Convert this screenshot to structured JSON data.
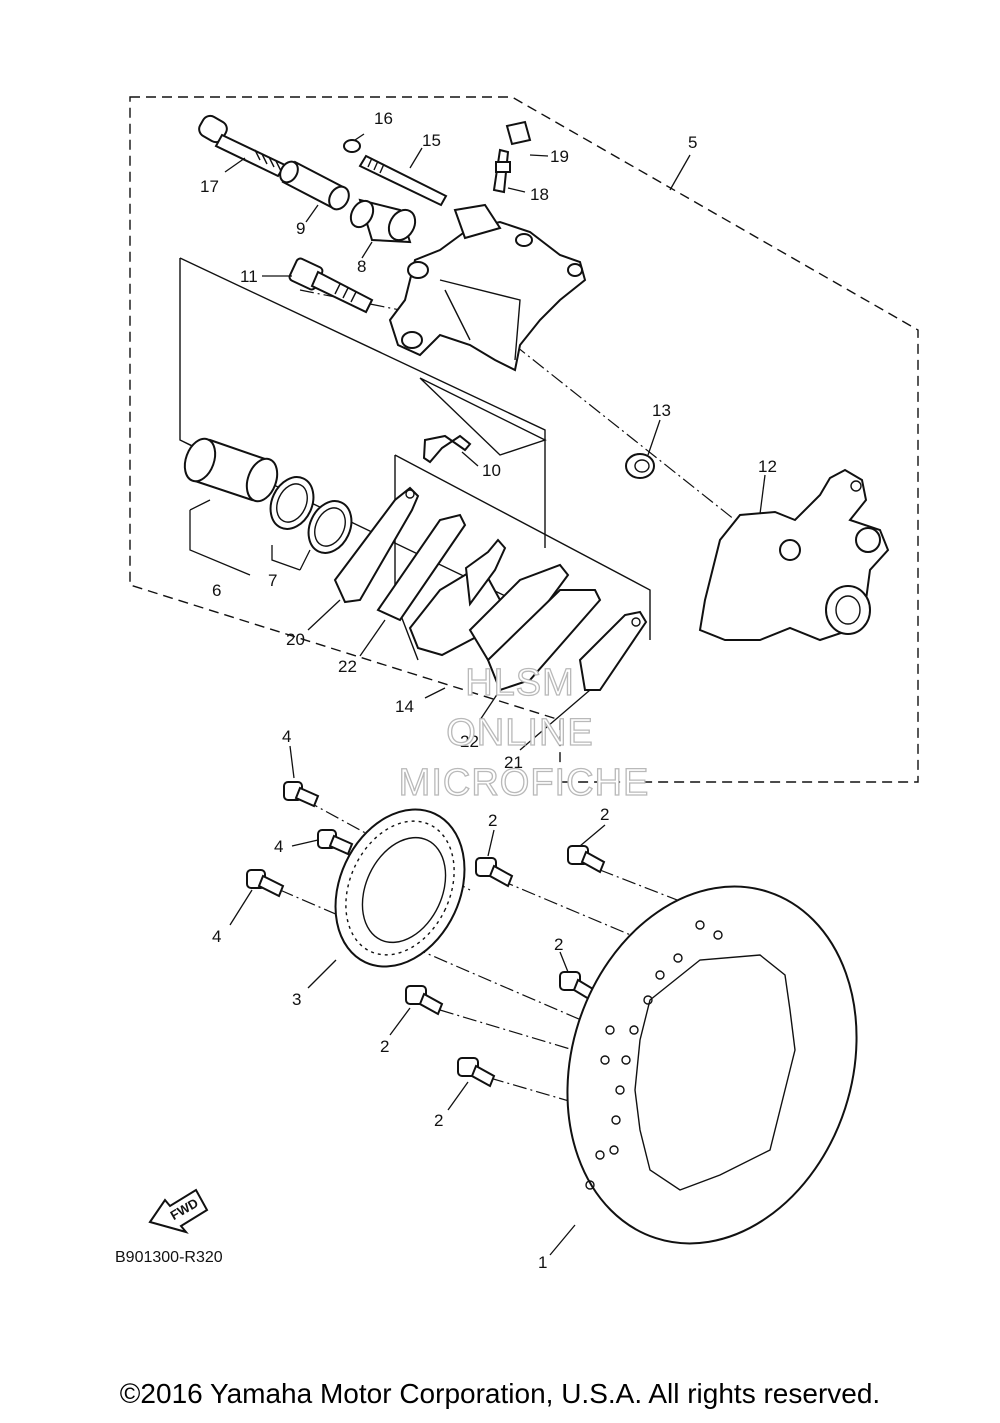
{
  "diagram": {
    "drawing_code": "B901300-R320",
    "fwd_label": "FWD",
    "callouts": {
      "c1": "1",
      "c2a": "2",
      "c2b": "2",
      "c2c": "2",
      "c2d": "2",
      "c2e": "2",
      "c3": "3",
      "c4a": "4",
      "c4b": "4",
      "c4c": "4",
      "c5": "5",
      "c6": "6",
      "c7": "7",
      "c8": "8",
      "c9": "9",
      "c10": "10",
      "c11": "11",
      "c12": "12",
      "c13": "13",
      "c14": "14",
      "c15": "15",
      "c16": "16",
      "c17": "17",
      "c18": "18",
      "c19": "19",
      "c20": "20",
      "c21": "21",
      "c22a": "22",
      "c22b": "22"
    }
  },
  "watermark": {
    "line1": "HLSM",
    "line2": "ONLINE",
    "line3": "MICROFICHE"
  },
  "footer": {
    "copyright": "©2016 Yamaha Motor Corporation, U.S.A. All rights reserved."
  }
}
